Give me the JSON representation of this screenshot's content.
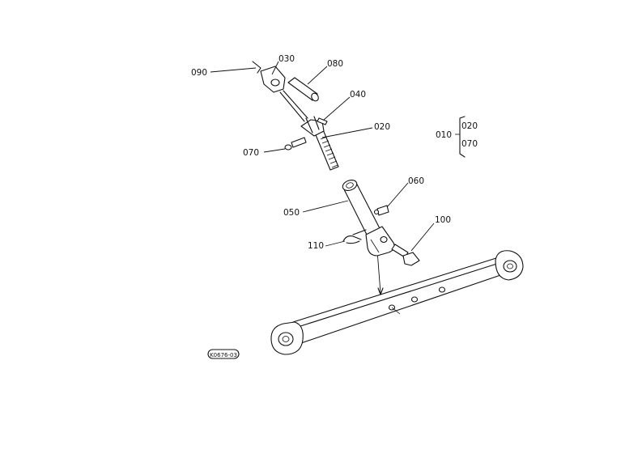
{
  "parts": {
    "p090": "090",
    "p030": "030",
    "p080": "080",
    "p040": "040",
    "p020": "020",
    "p070": "070",
    "p060": "060",
    "p050": "050",
    "p100": "100",
    "p110": "110"
  },
  "assembly": {
    "parent": "010",
    "child_a": "020",
    "child_b": "070"
  },
  "figure_code": "K0676-03"
}
